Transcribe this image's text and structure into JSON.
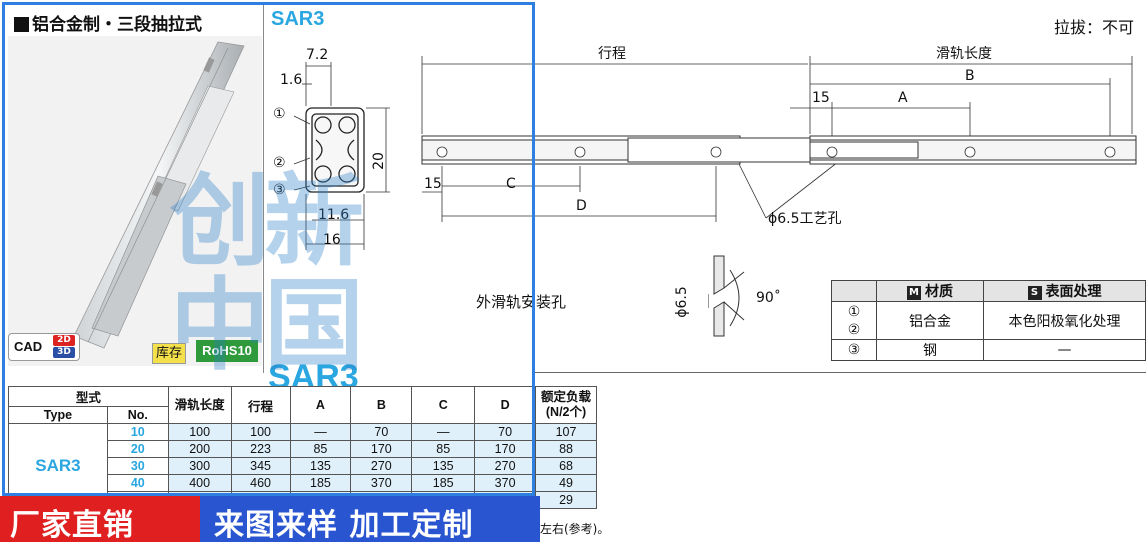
{
  "header": {
    "title": "铝合金制・三段抽拉式",
    "series": "SAR3",
    "pull_out": "拉拔：不可"
  },
  "badges": {
    "cad": "CAD",
    "cad_2d": "2D",
    "cad_3d": "3D",
    "stock": "库存",
    "rohs": "RoHS10"
  },
  "section_drawing": {
    "dim_7_2": "7.2",
    "dim_1_6": "1.6",
    "dim_20": "20",
    "dim_11_6": "11.6",
    "dim_16": "16",
    "marker_1": "①",
    "marker_2": "②",
    "marker_3": "③"
  },
  "side_drawing": {
    "travel": "行程",
    "rail_length": "滑轨长度",
    "dim_15_top": "15",
    "dim_a": "A",
    "dim_b": "B",
    "dim_15_bottom": "15",
    "dim_c": "C",
    "dim_d": "D",
    "hole_note": "ϕ6.5工艺孔",
    "outer_mount_holes": "外滑轨安装孔",
    "csk_dia": "ϕ6.5",
    "csk_angle": "90˚"
  },
  "materials": {
    "head_material_tag": "M",
    "head_material": "材质",
    "head_surface_tag": "S",
    "head_surface": "表面处理",
    "rows": [
      {
        "marker": "①\n②",
        "material": "铝合金",
        "surface": "本色阳极氧化处理"
      },
      {
        "marker": "③",
        "material": "钢",
        "surface": "—"
      }
    ]
  },
  "spec_table": {
    "h_model": "型式",
    "h_type": "Type",
    "h_no": "No.",
    "h_rail_length": "滑轨长度",
    "h_travel": "行程",
    "h_a": "A",
    "h_b": "B",
    "h_c": "C",
    "h_d": "D",
    "h_load": "额定负载",
    "h_load_unit": "(N/2个)",
    "type": "SAR3",
    "rows": [
      {
        "no": "10",
        "rail": "100",
        "travel": "100",
        "a": "—",
        "b": "70",
        "c": "—",
        "d": "70",
        "load": "107"
      },
      {
        "no": "20",
        "rail": "200",
        "travel": "223",
        "a": "85",
        "b": "170",
        "c": "85",
        "d": "170",
        "load": "88"
      },
      {
        "no": "30",
        "rail": "300",
        "travel": "345",
        "a": "135",
        "b": "270",
        "c": "135",
        "d": "270",
        "load": "68"
      },
      {
        "no": "40",
        "rail": "400",
        "travel": "460",
        "a": "185",
        "b": "370",
        "c": "185",
        "d": "370",
        "load": "49"
      },
      {
        "no": "",
        "rail": "",
        "travel": "",
        "a": "",
        "b": "",
        "c": "",
        "d": "",
        "load": "29"
      }
    ],
    "footnote": "左右(参考)。"
  },
  "banner": {
    "left": "厂家直销",
    "right": "来图来样 加工定制"
  },
  "watermark": "创新中国",
  "colors": {
    "accent_blue": "#2aa6e0",
    "frame_blue": "#2e7fe0",
    "banner_red": "#e02020",
    "banner_blue": "#2a55d0",
    "table_cell_blue": "#dff0fb"
  }
}
